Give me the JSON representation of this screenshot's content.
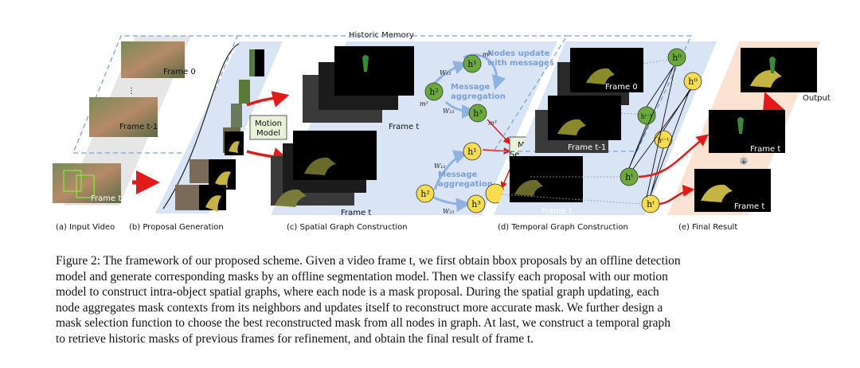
{
  "figure": {
    "historic_memory": "Historic Memory",
    "input_frames": [
      "Frame 0",
      "Frame t-1",
      "Frame t"
    ],
    "ellipsis": "⋮",
    "motion_model": [
      "Motion",
      "Model"
    ],
    "nodes_update": [
      "Nodes update",
      "with messages"
    ],
    "message_aggregation": [
      "Message",
      "aggregation"
    ],
    "mask_selection": [
      "Mask",
      "Selection"
    ],
    "spatial_frame": "Frame t",
    "temporal_frames": [
      "Frame 0",
      "Frame t-1",
      "Frame t"
    ],
    "output": "Output",
    "result_frame": "Frame t",
    "plus": "+",
    "nodes": {
      "h1": "h¹",
      "h2": "h²",
      "h3": "h³",
      "h0": "h⁰",
      "ht1": "hᵗ⁻¹",
      "ht": "hᵗ",
      "m1": "m¹",
      "m2": "m²",
      "m3": "m³",
      "w12": "W₁₂",
      "w13": "W₁₃",
      "w23": "W₂₃"
    },
    "labels": {
      "a": "(a) Input Video",
      "b": "(b) Proposal Generation",
      "c": "(c) Spatial Graph Construction",
      "d": "(d) Temporal Graph Construction",
      "e": "(e) Final Result"
    },
    "colors": {
      "green_node": "#6aaa3a",
      "yellow_node": "#f5dc50",
      "panel_blue": "#d9e4f5",
      "panel_orange": "#fbe3d3",
      "arrow_red": "#e21a1a",
      "dashed_blue": "#7aa5d8"
    }
  },
  "caption": {
    "lines": [
      "Figure 2: The framework of our proposed scheme. Given a video frame t, we first obtain bbox proposals by an offline detection",
      "model and generate corresponding masks by an offline segmentation model. Then we classify each proposal with our motion",
      "model to construct intra-object spatial graphs, where each node is a mask proposal. During the spatial graph updating, each",
      "node aggregates mask contexts from its neighbors and updates itself to reconstruct more accurate mask. We further design a",
      "mask selection function to choose the best reconstructed mask from all nodes in graph. At last, we construct a temporal graph",
      "to retrieve historic masks of previous frames for refinement, and obtain the final result of frame t."
    ]
  }
}
